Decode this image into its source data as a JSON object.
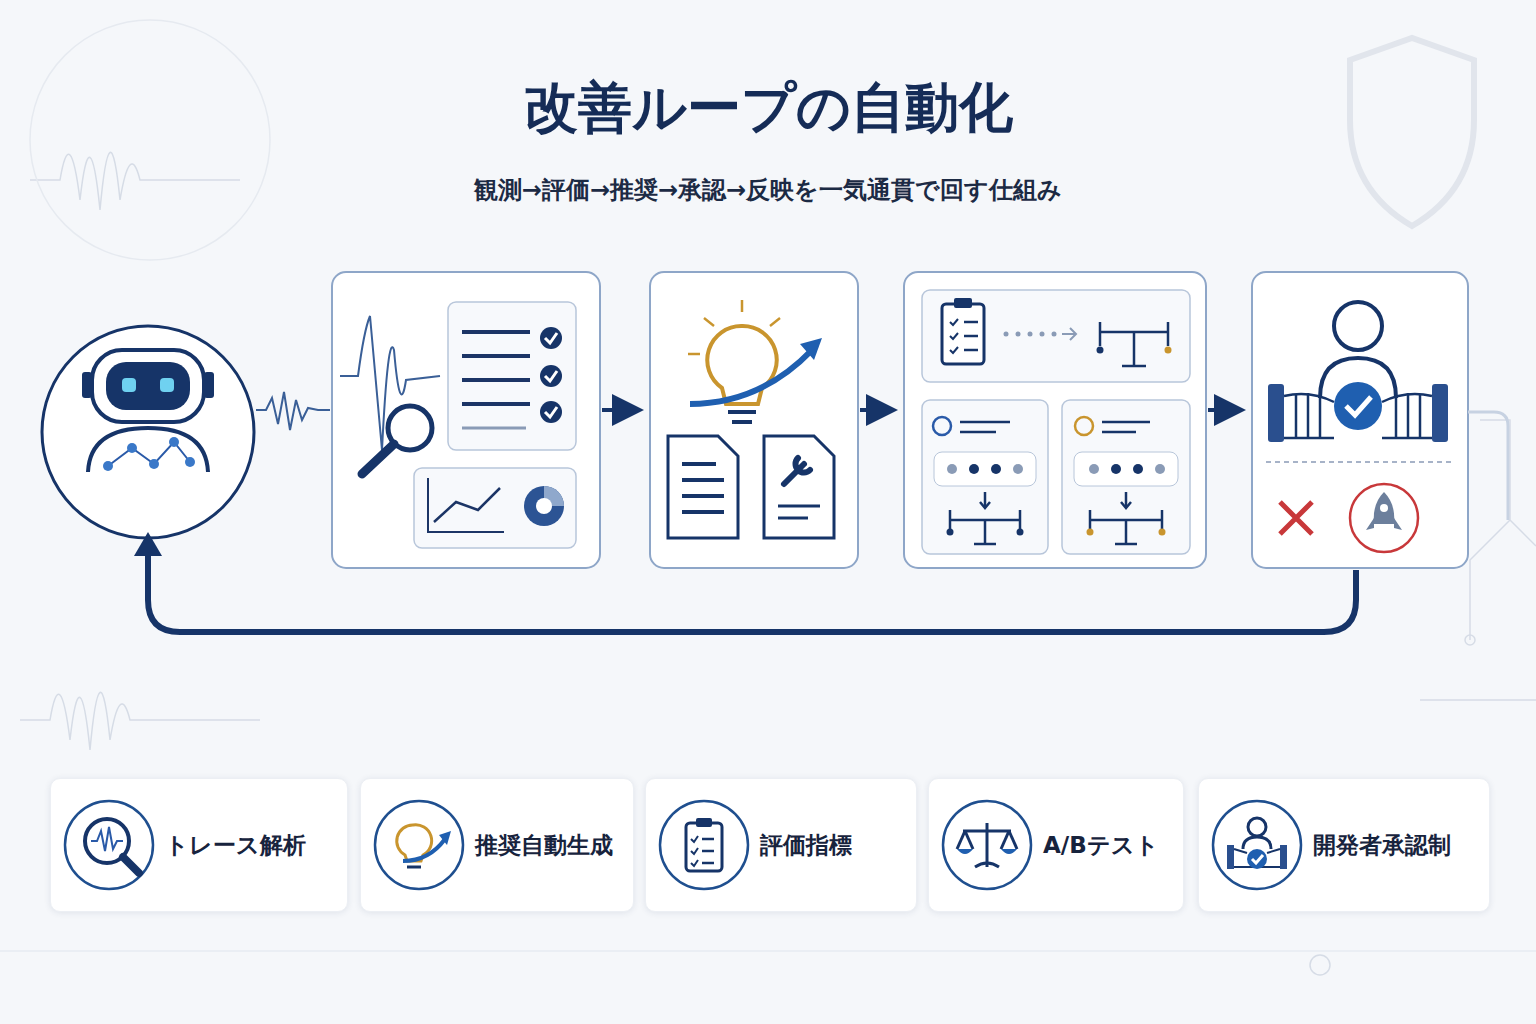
{
  "diagram": {
    "title": "改善ループの自動化",
    "caption": "観測→評価→推奨→承認→反映を一気通貫で回す仕組み",
    "nodes": [
      {
        "text": [
          "トレース解析"
        ]
      },
      {
        "text": [
          "推奨自動生成"
        ]
      },
      {
        "text": [
          "評価指標"
        ]
      },
      {
        "text": [
          "A/Bテスト"
        ]
      },
      {
        "text": [
          "開発者承認制"
        ]
      }
    ]
  }
}
